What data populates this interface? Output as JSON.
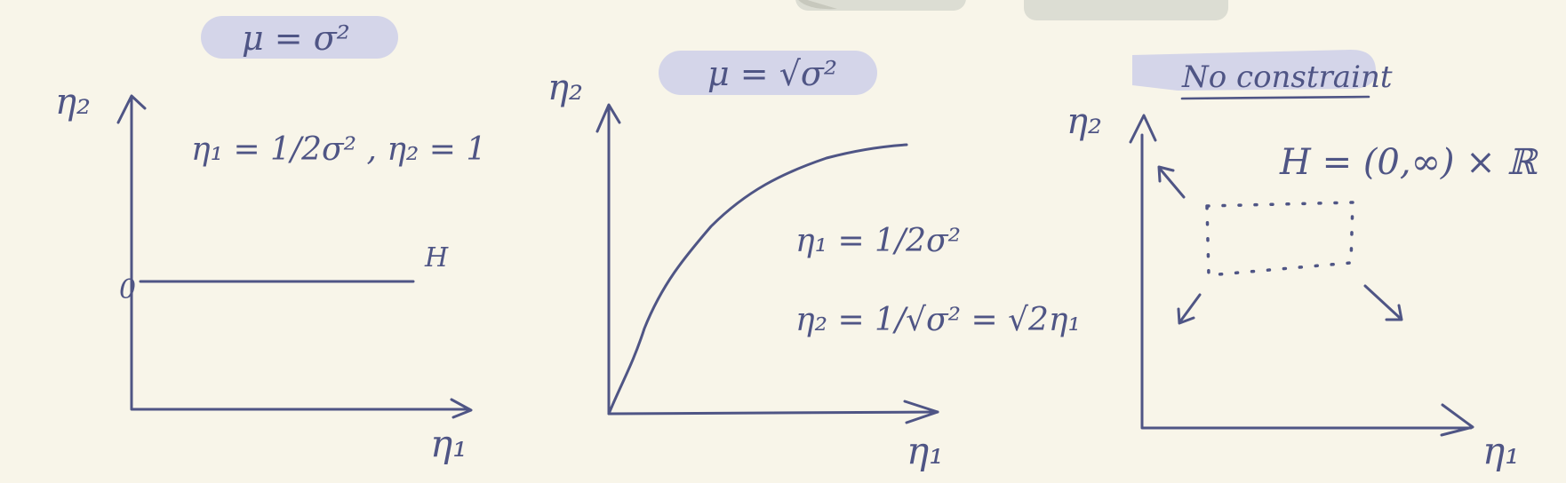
{
  "colors": {
    "background": "#f8f5e9",
    "ink": "#4f5585",
    "highlight": "#d4d5e9",
    "tab": "#dcddd3"
  },
  "panels": [
    {
      "title": "μ = σ²",
      "axis_y": "η₂",
      "axis_x": "η₁",
      "equation": "η₁ = 1/2σ² , η₂ = 1",
      "origin_label": "0",
      "set_label": "H"
    },
    {
      "title": "μ = √σ²",
      "axis_y": "η₂",
      "axis_x": "η₁",
      "equation_1": "η₁ = 1/2σ²",
      "equation_2": "η₂ = 1/√σ² = √2η₁"
    },
    {
      "title": "No constraint",
      "axis_y": "η₂",
      "axis_x": "η₁",
      "set_label": "H = (0,∞) × ℝ"
    }
  ]
}
